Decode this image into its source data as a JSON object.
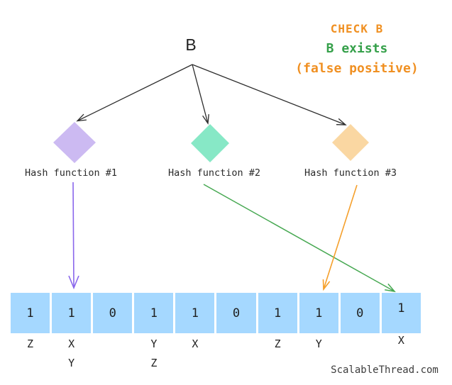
{
  "root": {
    "label": "B"
  },
  "status": {
    "line1": "CHECK B",
    "line2": "B exists",
    "line3": "(false positive)"
  },
  "hash_functions": [
    {
      "label": "Hash function #1"
    },
    {
      "label": "Hash function #2"
    },
    {
      "label": "Hash function #3"
    }
  ],
  "bit_array": {
    "cells": [
      {
        "value": "1",
        "label1": "Z",
        "label2": ""
      },
      {
        "value": "1",
        "label1": "X",
        "label2": "Y"
      },
      {
        "value": "0",
        "label1": "",
        "label2": ""
      },
      {
        "value": "1",
        "label1": "Y",
        "label2": "Z"
      },
      {
        "value": "1",
        "label1": "X",
        "label2": ""
      },
      {
        "value": "0",
        "label1": "",
        "label2": ""
      },
      {
        "value": "1",
        "label1": "Z",
        "label2": ""
      },
      {
        "value": "1",
        "label1": "Y",
        "label2": ""
      },
      {
        "value": "0",
        "label1": "",
        "label2": ""
      },
      {
        "value": "1",
        "label1": "X",
        "label2": ""
      }
    ]
  },
  "watermark": "ScalableThread.com",
  "colors": {
    "status_orange": "#f09022",
    "status_green": "#35a04a",
    "diamond1_fill": "#ccbaf2",
    "diamond2_fill": "#87e8c6",
    "diamond3_fill": "#fad7a2",
    "cell_blue": "#a5d8ff",
    "arrow_black": "#2d2d2d",
    "arrow_purple": "#8a67ec",
    "arrow_green": "#46a851",
    "arrow_orange": "#f5a02c"
  }
}
